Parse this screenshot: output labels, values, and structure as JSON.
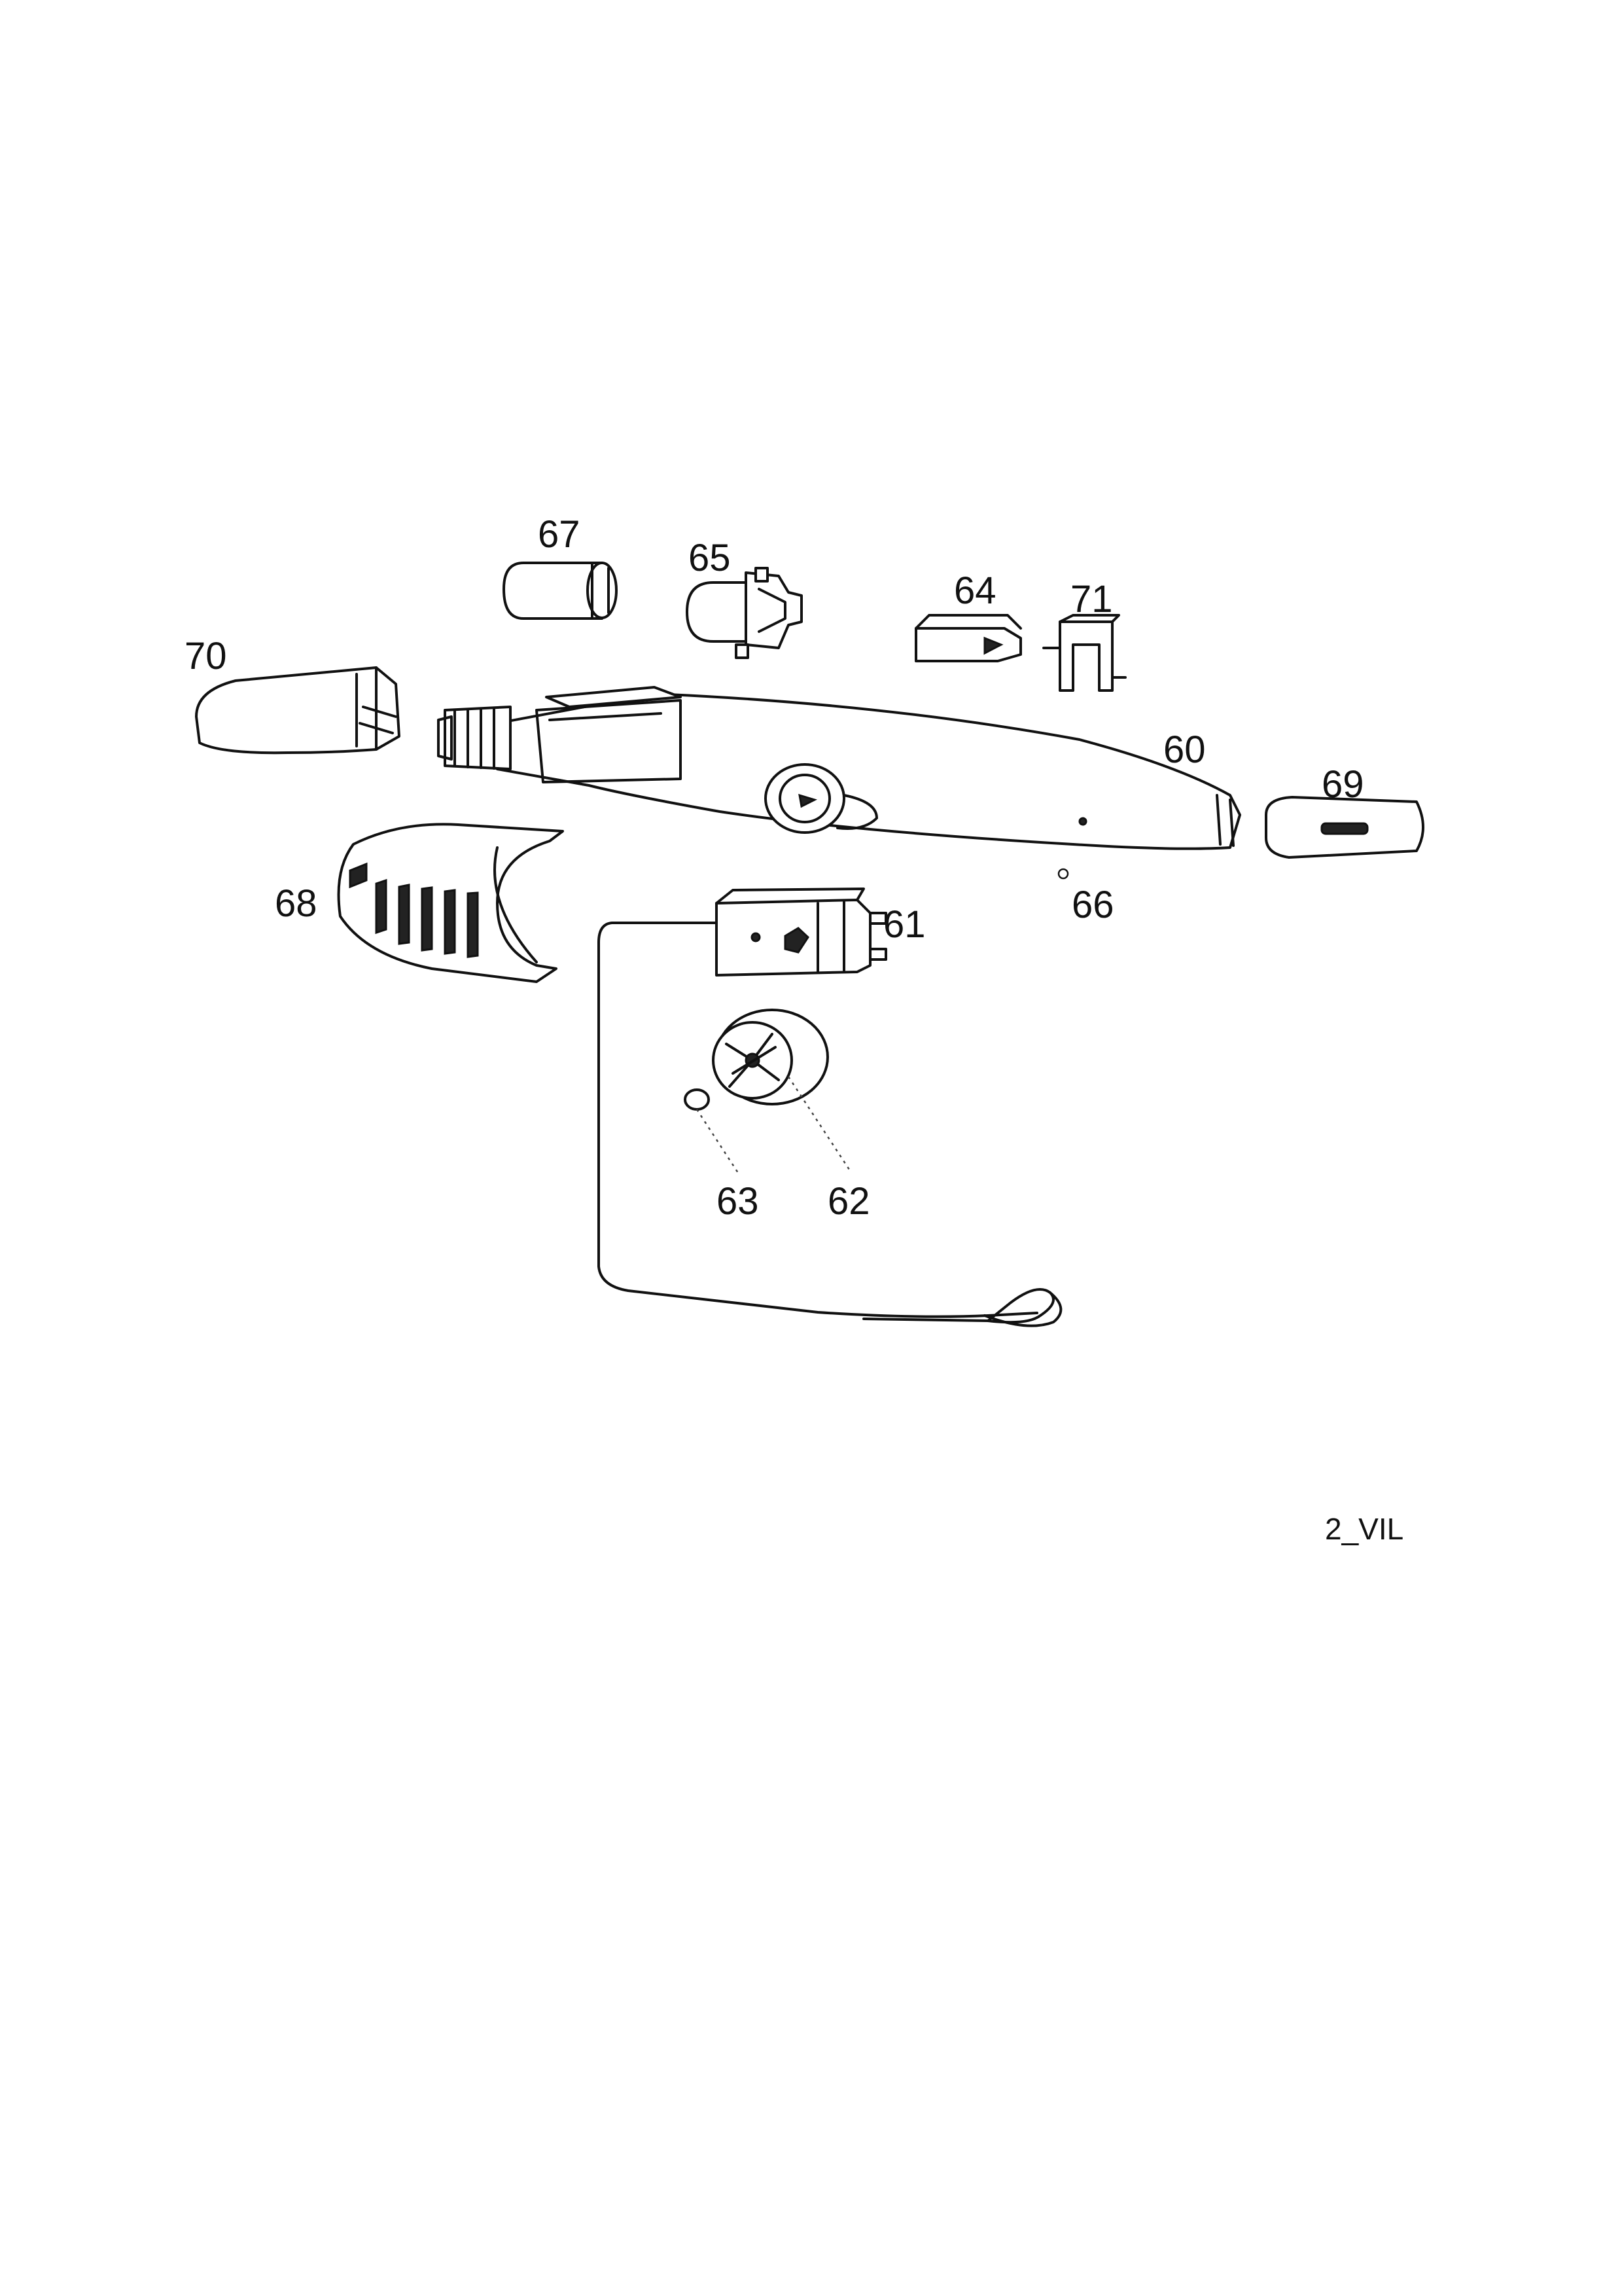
{
  "parts": [
    {
      "id": "p60",
      "number": "60"
    },
    {
      "id": "p61",
      "number": "61"
    },
    {
      "id": "p62",
      "number": "62"
    },
    {
      "id": "p63",
      "number": "63"
    },
    {
      "id": "p64",
      "number": "64"
    },
    {
      "id": "p65",
      "number": "65"
    },
    {
      "id": "p66",
      "number": "66"
    },
    {
      "id": "p67",
      "number": "67"
    },
    {
      "id": "p68",
      "number": "68"
    },
    {
      "id": "p69",
      "number": "69"
    },
    {
      "id": "p70",
      "number": "70"
    },
    {
      "id": "p71",
      "number": "71"
    }
  ],
  "drawing_code": "2_VIL"
}
